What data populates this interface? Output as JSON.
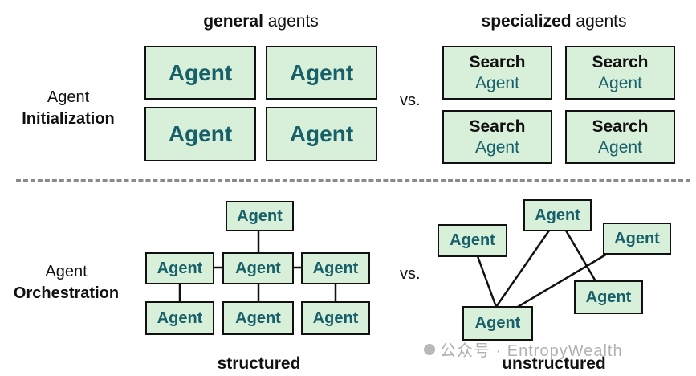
{
  "headers": {
    "general_bold": "general",
    "general_rest": " agents",
    "specialized_bold": "specialized",
    "specialized_rest": " agents"
  },
  "rows": {
    "init_line1": "Agent",
    "init_line2": "Initialization",
    "orch_line1": "Agent",
    "orch_line2": "Orchestration"
  },
  "vs_label": "vs.",
  "general_agent_label": "Agent",
  "specialized": {
    "top": "Search",
    "bottom": "Agent"
  },
  "node_label": "Agent",
  "structured_label": "structured",
  "unstructured_label": "unstructured",
  "watermark": "公众号 · EntropyWealth",
  "colors": {
    "box_fill": "#d8efd9",
    "agent_text": "#17606a",
    "divider": "#8a8a8a"
  }
}
